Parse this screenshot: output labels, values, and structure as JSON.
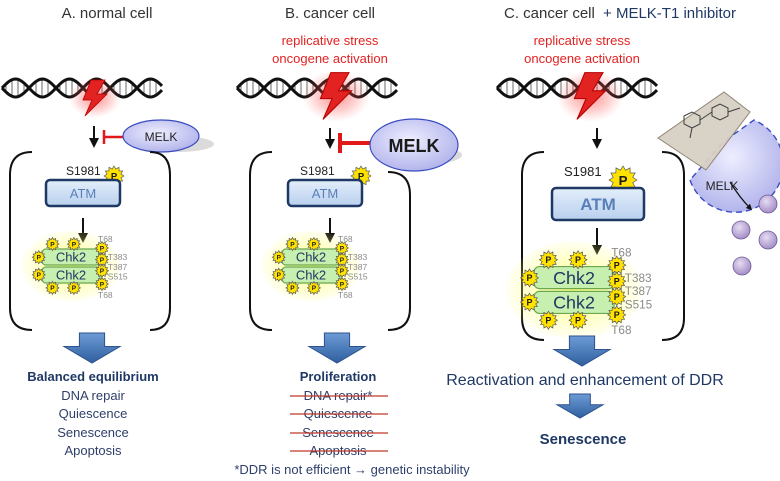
{
  "panels": {
    "a": {
      "title": "A. normal cell",
      "melk": "MELK",
      "site": "S1981",
      "atm": "ATM",
      "outcome_title": "Balanced equilibrium",
      "outcomes": [
        "DNA repair",
        "Quiescence",
        "Senescence",
        "Apoptosis"
      ]
    },
    "b": {
      "title": "B. cancer cell",
      "stress": [
        "replicative stress",
        "oncogene activation"
      ],
      "melk": "MELK",
      "site": "S1981",
      "atm": "ATM",
      "outcome_title": "Proliferation",
      "outcomes": [
        "DNA repair*",
        "Quiescence",
        "Senescence",
        "Apoptosis"
      ],
      "footnote": "*DDR is not efficient → genetic instability"
    },
    "c": {
      "title_main": "C. cancer cell",
      "title_extra": "+ MELK-T1 inhibitor",
      "stress": [
        "replicative stress",
        "oncogene activation"
      ],
      "melk": "MELK",
      "site": "S1981",
      "atm": "ATM",
      "reactivation": "Reactivation and enhancement of DDR",
      "final": "Senescence"
    }
  },
  "chk2": {
    "label": "Chk2",
    "phospho": "P",
    "sites": [
      "T68",
      "T383",
      "T387",
      "S515",
      "T68"
    ]
  },
  "colors": {
    "title": "#333333",
    "dark_blue": "#1f3864",
    "mid_blue": "#2e5597",
    "text_blue": "#2f3f6b",
    "atm_fill": "#c5d9f1",
    "atm_text": "#5a7fb8",
    "melk_fill": "#c9c9f5",
    "chk2_fill": "#c6efb0",
    "glow": "#ffff66",
    "phospho": "#ffe200",
    "stress_red": "#e32222",
    "inhibit_red": "#e01818",
    "arrow_blue": "#4f81bd",
    "site_gray": "#8a8a8a"
  }
}
